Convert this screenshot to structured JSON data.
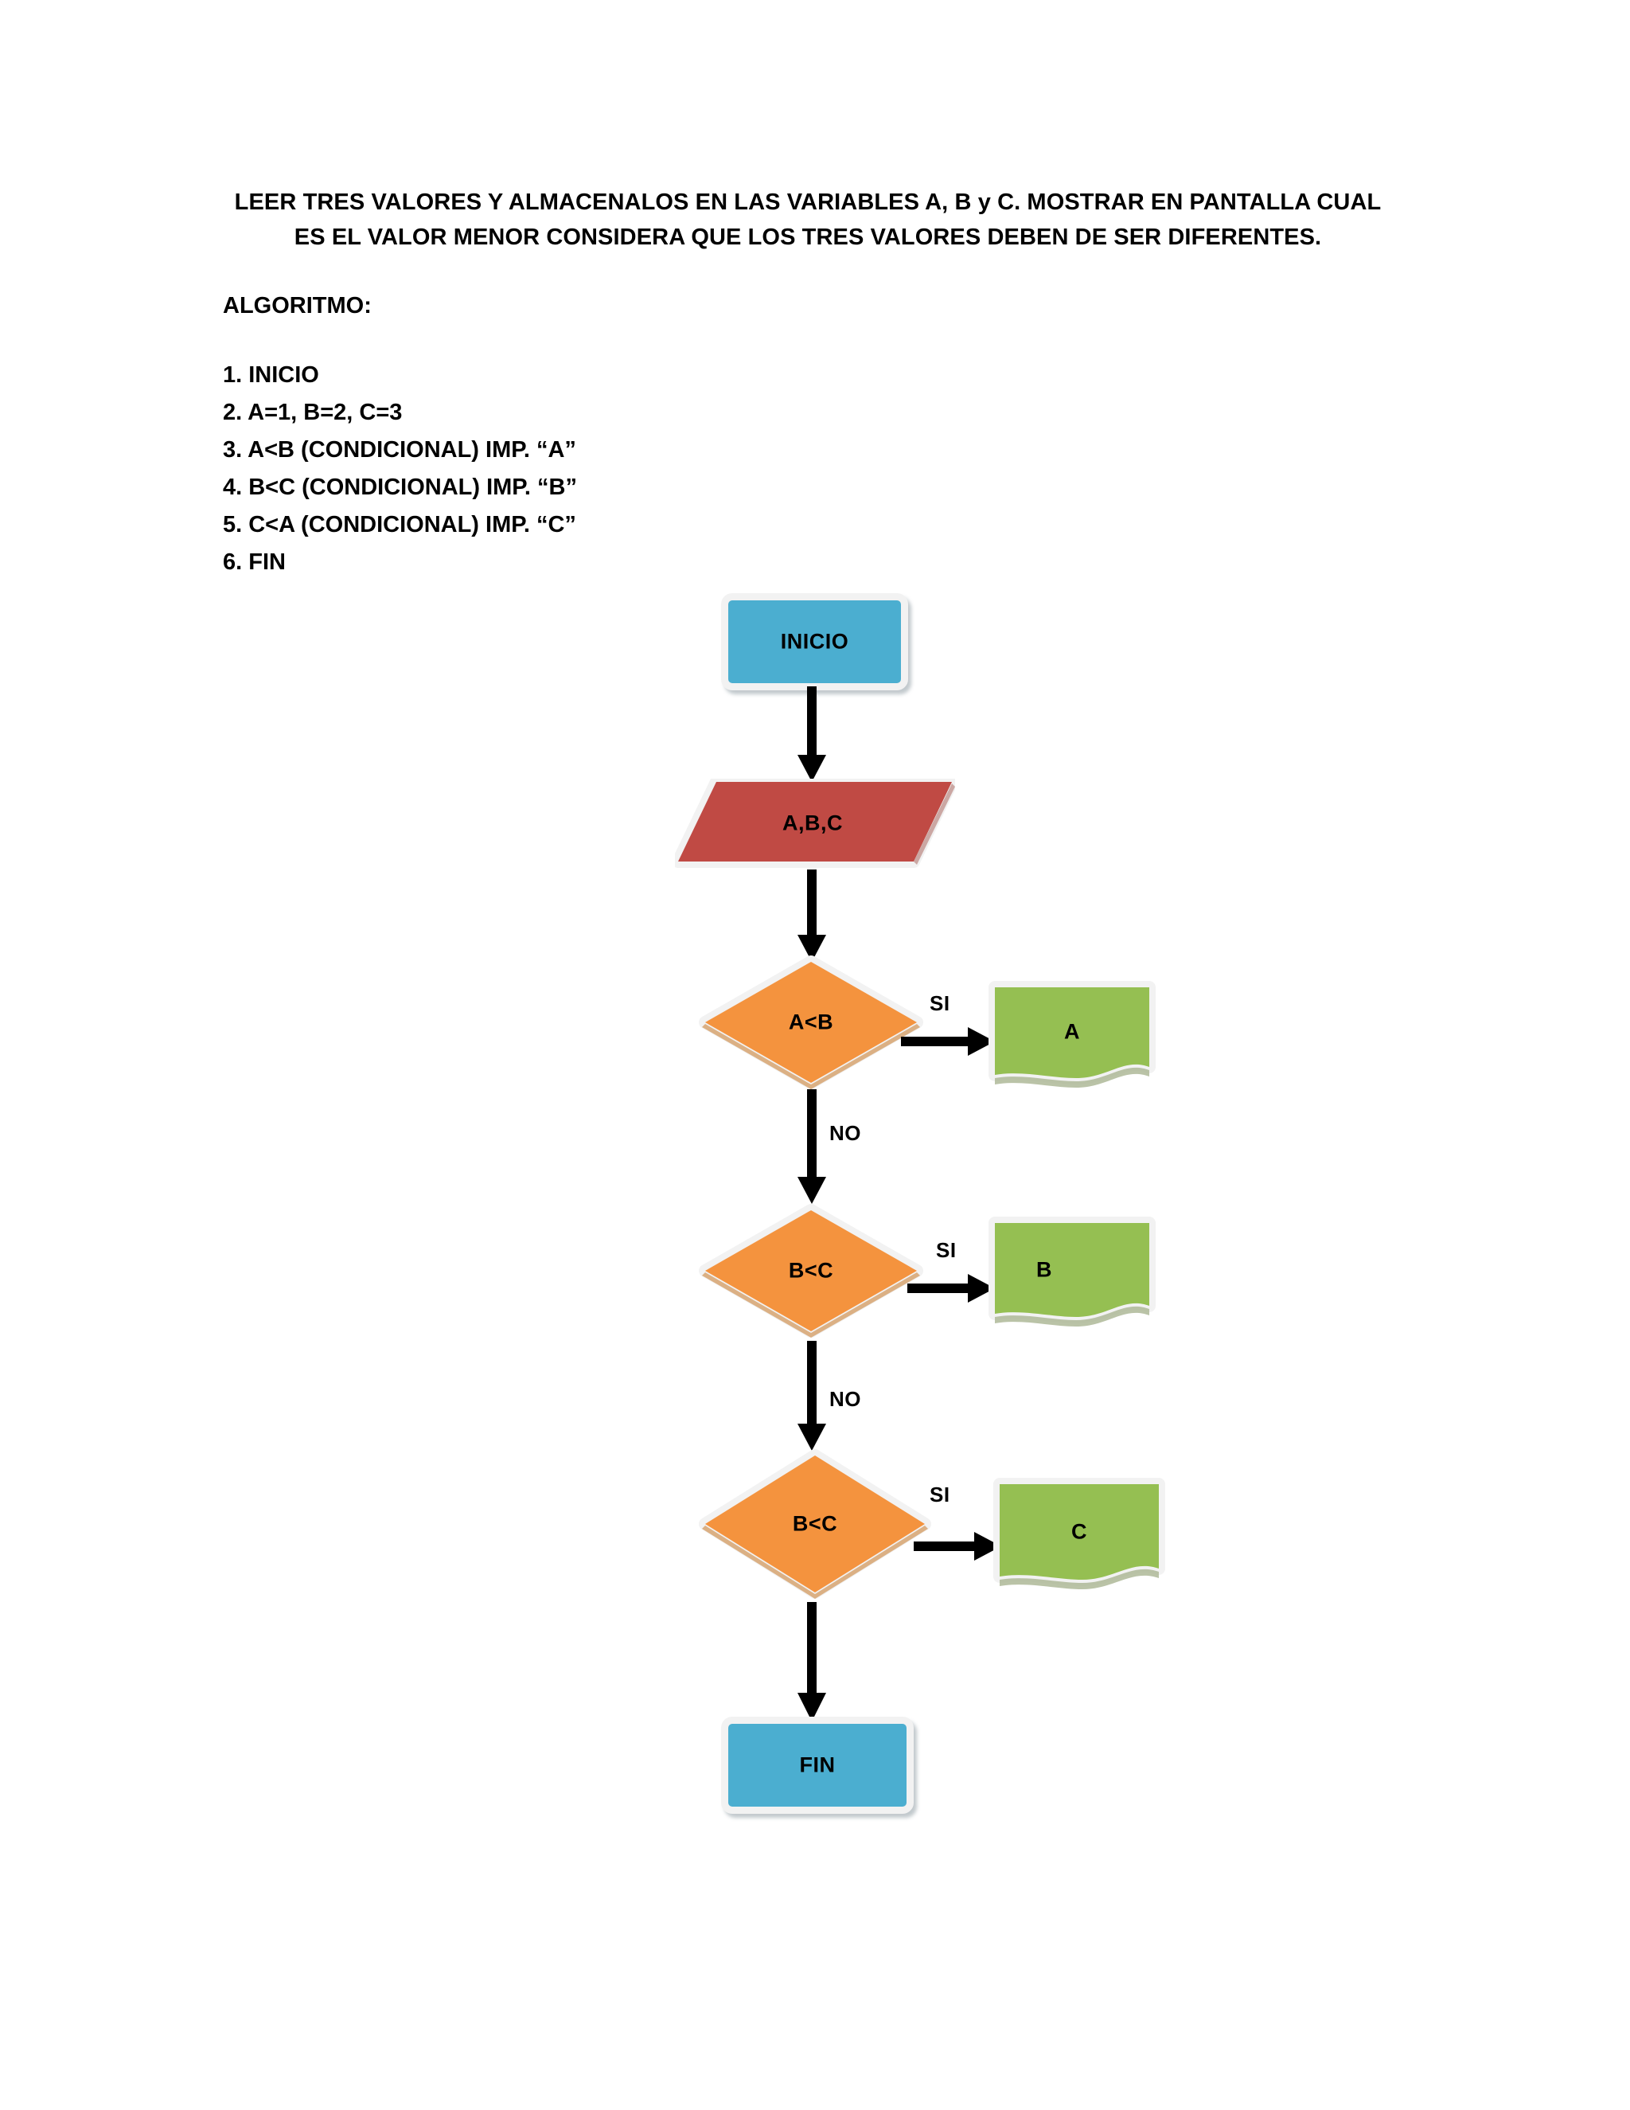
{
  "document": {
    "title": "LEER TRES VALORES Y ALMACENALOS EN LAS VARIABLES A, B y C. MOSTRAR EN PANTALLA CUAL ES EL VALOR MENOR CONSIDERA QUE LOS TRES VALORES DEBEN DE SER DIFERENTES.",
    "algorithm_heading": "ALGORITMO:",
    "algorithm_steps": [
      "1. INICIO",
      "2. A=1, B=2, C=3",
      "3. A<B (CONDICIONAL) IMP. “A”",
      "4. B<C (CONDICIONAL) IMP. “B”",
      "5. C<A (CONDICIONAL) IMP. “C”",
      "6. FIN"
    ]
  },
  "flowchart": {
    "nodes": {
      "start": {
        "label": "INICIO",
        "shape": "terminator",
        "color": "#4BAED0"
      },
      "input_abc": {
        "label": "A,B,C",
        "shape": "parallelogram",
        "color": "#C04A44"
      },
      "decision_1": {
        "label": "A<B",
        "shape": "diamond",
        "color": "#F4933E"
      },
      "decision_2": {
        "label": "B<C",
        "shape": "diamond",
        "color": "#F4933E"
      },
      "decision_3": {
        "label": "B<C",
        "shape": "diamond",
        "color": "#F4933E"
      },
      "output_a": {
        "label": "A",
        "shape": "document",
        "color": "#95BF52"
      },
      "output_b": {
        "label": "B",
        "shape": "document",
        "color": "#95BF52"
      },
      "output_c": {
        "label": "C",
        "shape": "document",
        "color": "#95BF52"
      },
      "end": {
        "label": "FIN",
        "shape": "terminator",
        "color": "#4BAED0"
      }
    },
    "branch_labels": {
      "yes_1": "SI",
      "no_1": "NO",
      "yes_2": "SI",
      "no_2": "NO",
      "yes_3": "SI"
    },
    "colors": {
      "terminator_fill": "#4BAED0",
      "input_fill": "#C04A44",
      "decision_fill": "#F4933E",
      "output_fill": "#95BF52",
      "node_border": "#F2F2F2",
      "arrow": "#000000",
      "page_background": "#FFFFFF"
    }
  }
}
